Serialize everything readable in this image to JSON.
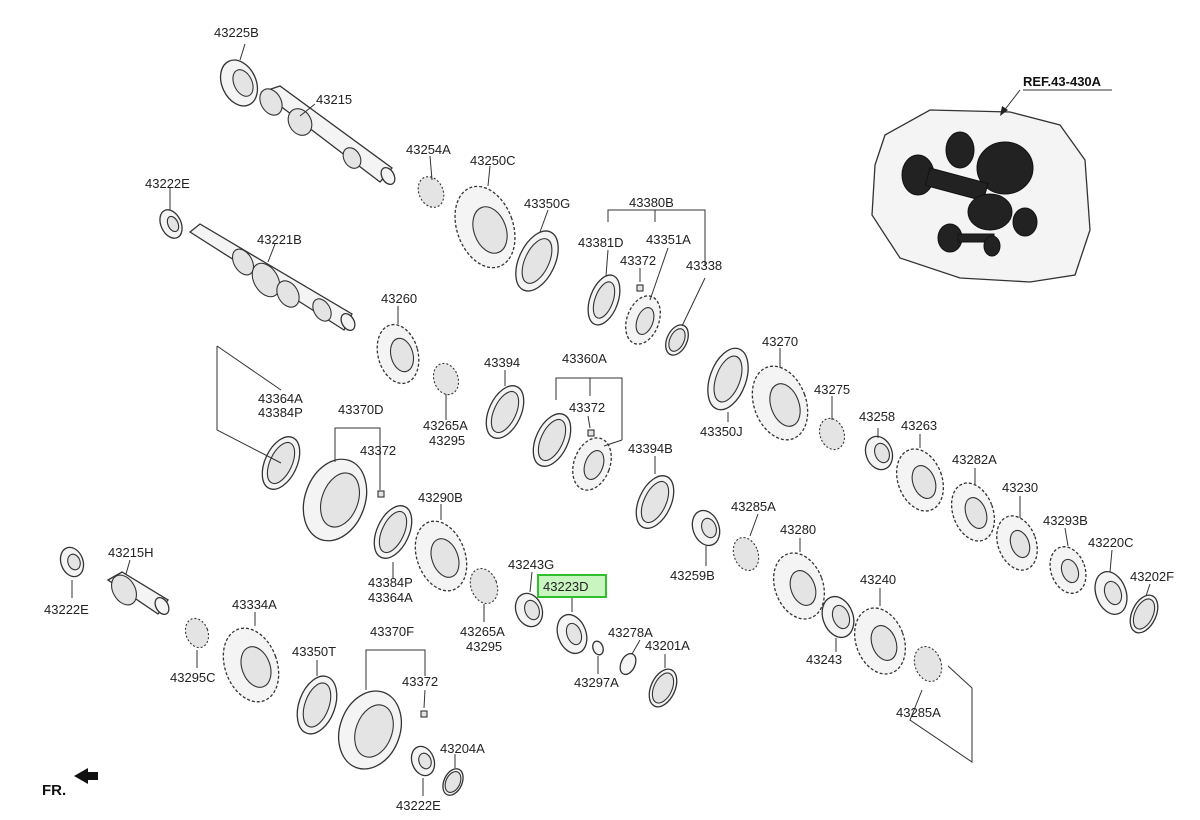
{
  "labels": {
    "l43225B": "43225B",
    "l43215": "43215",
    "l43254A": "43254A",
    "l43250C": "43250C",
    "l43350G": "43350G",
    "l43222E_a": "43222E",
    "l43221B": "43221B",
    "l43380B": "43380B",
    "l43381D": "43381D",
    "l43351A": "43351A",
    "l43372_a": "43372",
    "l43338": "43338",
    "l43260": "43260",
    "l43265A_a": "43265A",
    "l43295_a": "43295",
    "l43394": "43394",
    "l43360A": "43360A",
    "l43372_b": "43372",
    "l43270": "43270",
    "l43275": "43275",
    "l43350J": "43350J",
    "l43364A_a": "43364A",
    "l43384P_a": "43384P",
    "l43370D": "43370D",
    "l43372_c": "43372",
    "l43394B": "43394B",
    "l43258": "43258",
    "l43263": "43263",
    "l43282A": "43282A",
    "l43290B": "43290B",
    "l43285A_a": "43285A",
    "l43230": "43230",
    "l43280": "43280",
    "l43293B": "43293B",
    "l43220C": "43220C",
    "l43202F": "43202F",
    "l43259B": "43259B",
    "l43243G": "43243G",
    "l43223D": "43223D",
    "l43384P_b": "43384P",
    "l43364A_b": "43364A",
    "l43265A_b": "43265A",
    "l43295_b": "43295",
    "l43215H": "43215H",
    "l43222E_b": "43222E",
    "l43334A": "43334A",
    "l43295C": "43295C",
    "l43350T": "43350T",
    "l43370F": "43370F",
    "l43372_d": "43372",
    "l43278A": "43278A",
    "l43201A": "43201A",
    "l43297A": "43297A",
    "l43243": "43243",
    "l43240": "43240",
    "l43285A_b": "43285A",
    "l43204A": "43204A",
    "l43222E_c": "43222E"
  },
  "reference": "REF.43-430A",
  "direction": "FR.",
  "highlighted_part": "43223D",
  "colors": {
    "highlight_border": "#2fbf2f",
    "highlight_fill": "#c9f5c0",
    "ink": "#222222"
  }
}
